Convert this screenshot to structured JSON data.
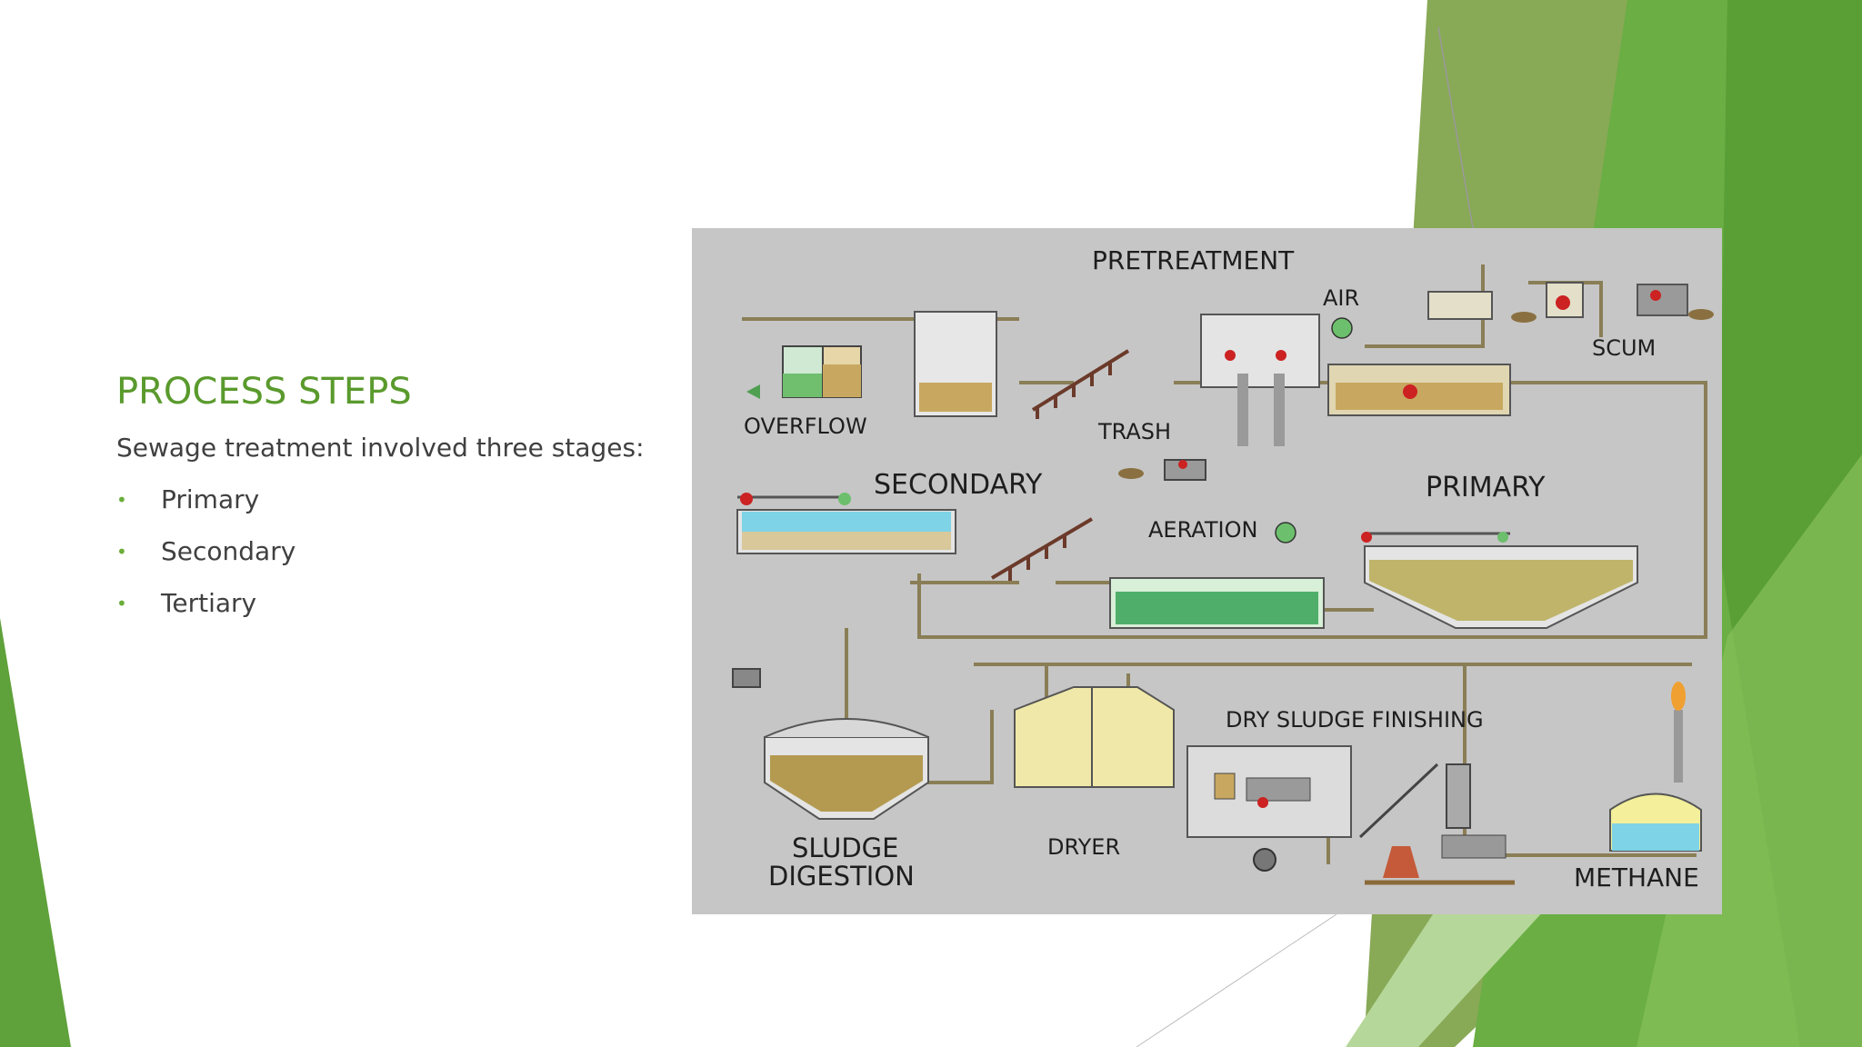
{
  "slide": {
    "title": "PROCESS STEPS",
    "intro": "Sewage treatment involved three stages:",
    "bullets": [
      "Primary",
      "Secondary",
      "Tertiary"
    ]
  },
  "diagram": {
    "labels": {
      "pretreatment": "PRETREATMENT",
      "air": "AIR",
      "scum": "SCUM",
      "overflow": "OVERFLOW",
      "trash": "TRASH",
      "secondary": "SECONDARY",
      "primary": "PRIMARY",
      "aeration": "AERATION",
      "dry_sludge_finishing": "DRY SLUDGE FINISHING",
      "sludge_line1": "SLUDGE",
      "sludge_line2": "DIGESTION",
      "dryer": "DRYER",
      "methane": "METHANE"
    }
  },
  "colors": {
    "accent_green": "#5a9a2d",
    "diagram_bg": "#c6c6c6",
    "pipe": "#8a7e56",
    "water": "#7fd3e6",
    "sludge": "#c8a860"
  }
}
